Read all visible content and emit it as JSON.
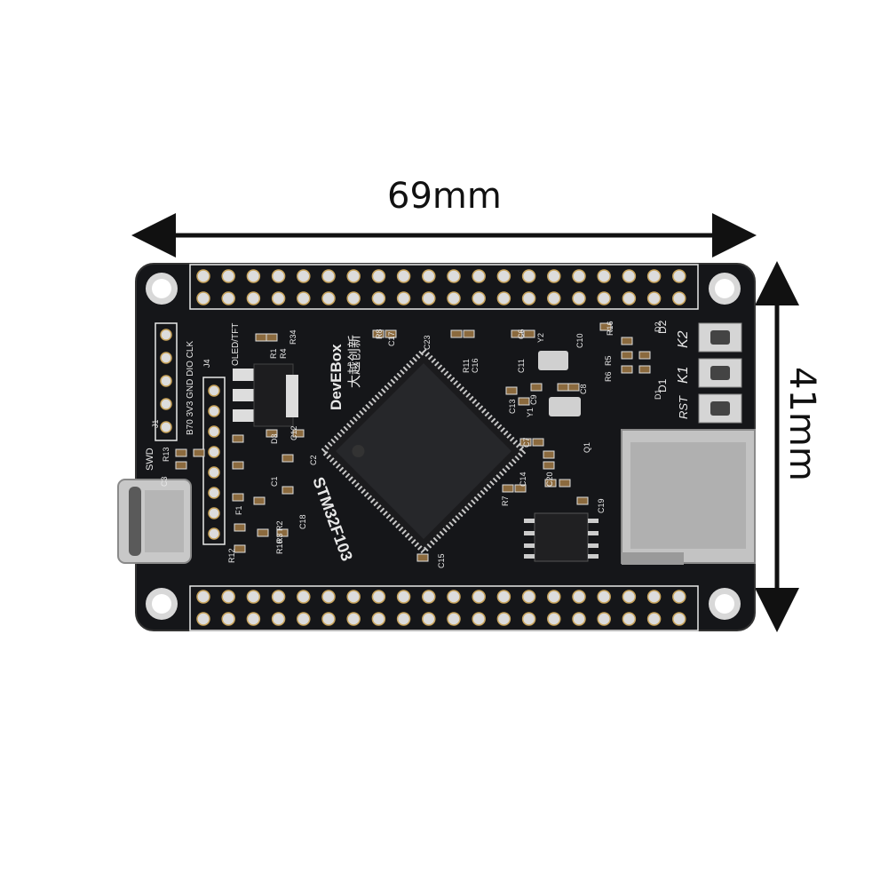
{
  "dimensions": {
    "width_label": "69mm",
    "height_label": "41mm"
  },
  "board": {
    "brand": "DevEBox",
    "brand_cn": "大越创新",
    "chip_label": "STM32F103",
    "swd_label": "SWD",
    "oled_label": "OLED/TFT",
    "pin_header_label": "B70 3V3 GND DIO CLK",
    "button_labels": [
      "K2",
      "K1",
      "RST"
    ],
    "led_labels": [
      "D2",
      "D1"
    ],
    "designators": [
      "R1",
      "R4",
      "R34",
      "R8",
      "C17",
      "C23",
      "R11",
      "C16",
      "C11",
      "C6",
      "Y2",
      "C10",
      "R16",
      "C13",
      "C8",
      "Y1",
      "C7",
      "Q1",
      "C20",
      "C14",
      "R7",
      "C19",
      "C15",
      "C18",
      "C1",
      "C2",
      "C12",
      "D3",
      "R3",
      "R2",
      "R10",
      "R12",
      "F1",
      "C3",
      "R13",
      "J1",
      "J4",
      "C9",
      "R5",
      "R6",
      "D1",
      "D2"
    ],
    "colors": {
      "pcb": "#151619",
      "silk": "#e8e8e8",
      "gold": "#c9a45b",
      "metal": "#c8c8c8"
    }
  }
}
